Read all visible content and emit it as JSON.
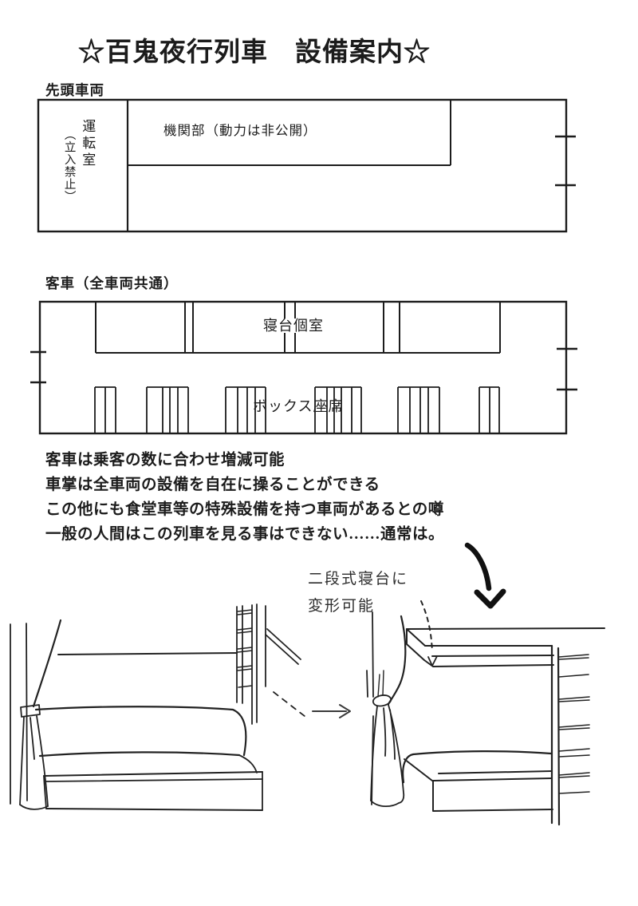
{
  "page": {
    "title": "☆百鬼夜行列車　設備案内☆"
  },
  "lead_car": {
    "heading": "先頭車両",
    "cab_label": "運転室",
    "cab_sublabel": "（立入禁止）",
    "engine_label": "機関部（動力は非公開）"
  },
  "passenger_car": {
    "heading": "客車（全車両共通）",
    "sleeper_label": "寝台個室",
    "box_seat_label": "ボックス座席"
  },
  "notes": {
    "lines": [
      "客車は乗客の数に合わせ増減可能",
      "車掌は全車両の設備を自在に操ることができる",
      "この他にも食堂車等の特殊設備を持つ車両があるとの噂",
      "一般の人間はこの列車を見る事はできない……通常は。"
    ]
  },
  "illustration": {
    "caption_line1": "二段式寝台に",
    "caption_line2": "変形可能"
  },
  "colors": {
    "ink": "#1c1c1c",
    "paper": "#ffffff"
  }
}
